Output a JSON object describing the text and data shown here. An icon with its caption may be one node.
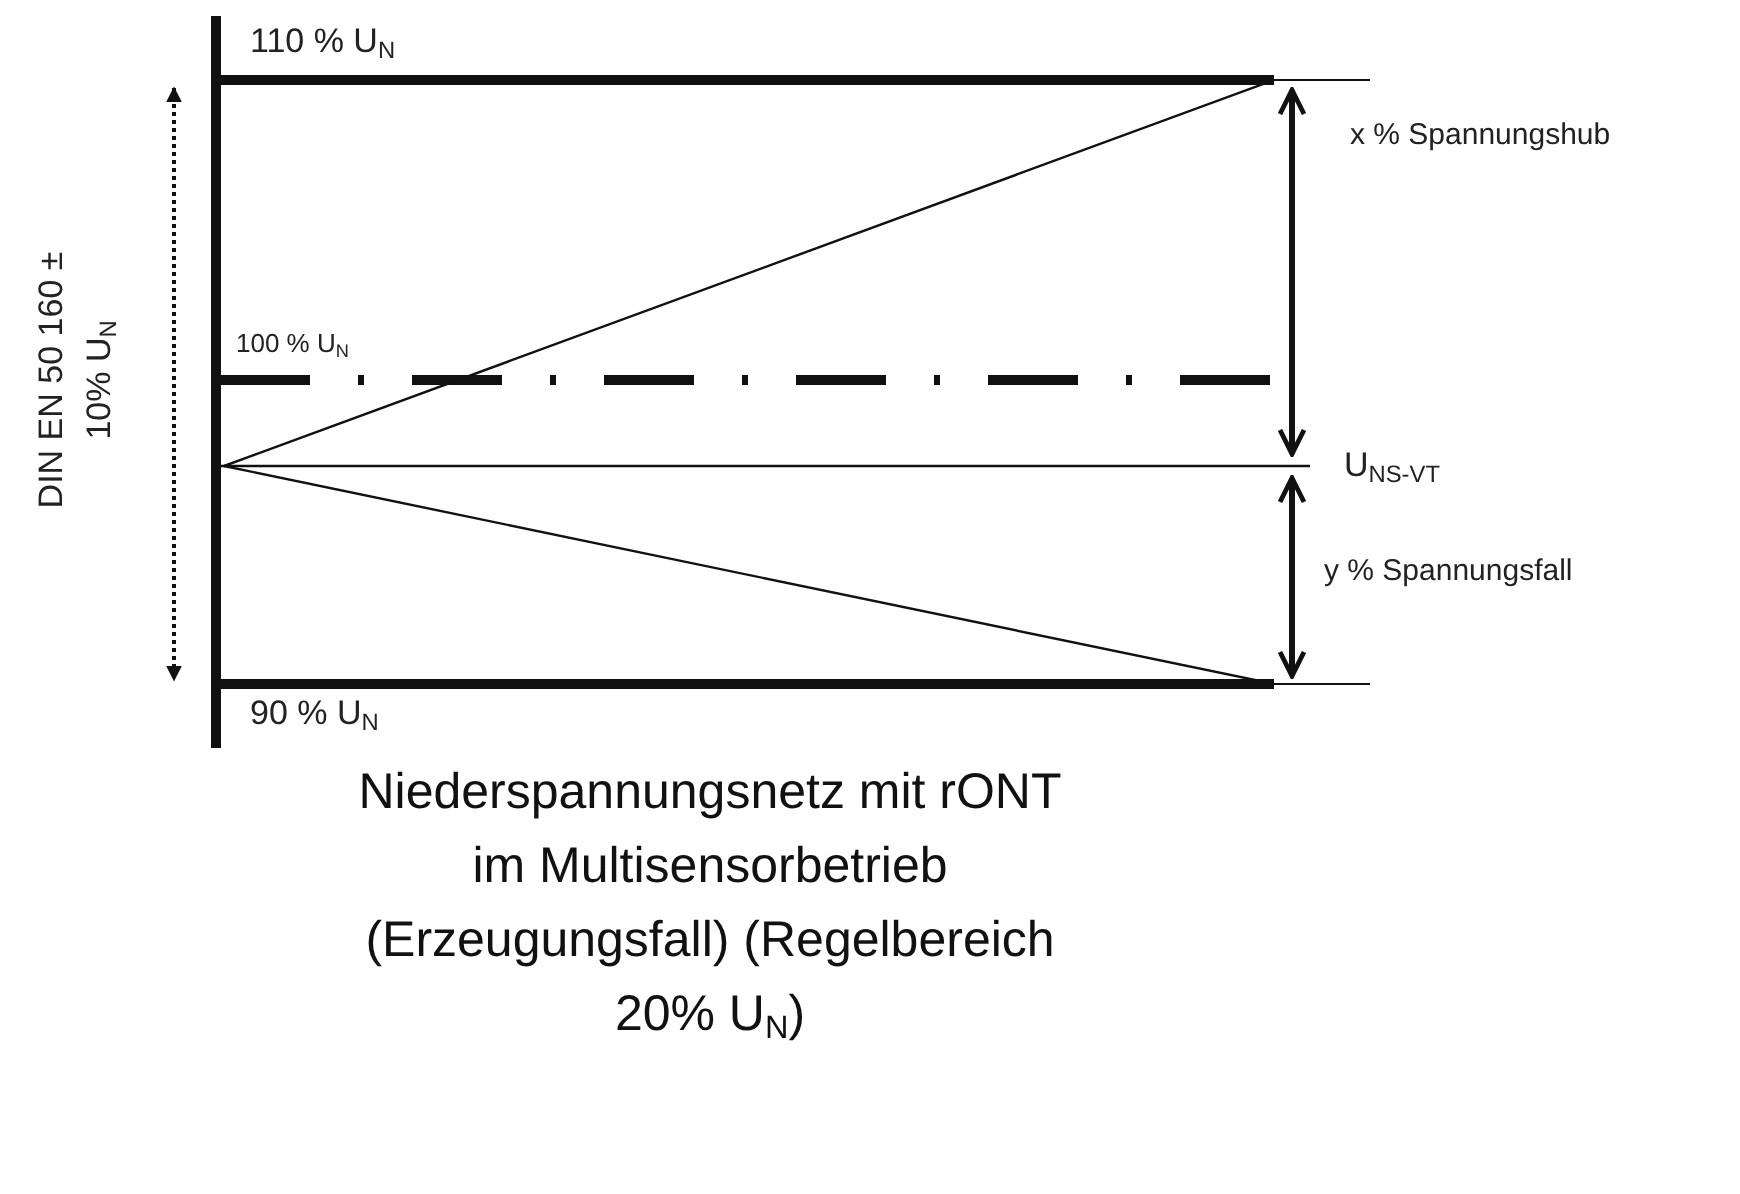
{
  "diagram": {
    "caption": "Niederspannungsnetz mit rONT im Multisensorbetrieb (Erzeugungsfall) (Regelbereich 20% U$_{N}$)",
    "labels": [
      "110 % U$_{N}$",
      "DIN EN 50 160 ± 10% U$_{N}$",
      "100 % U$_{N}$",
      "x % Spannungshub",
      "U$_{NS-VT}$",
      "y % Spannungsfall",
      "90 % U$_{N}$"
    ]
  }
}
